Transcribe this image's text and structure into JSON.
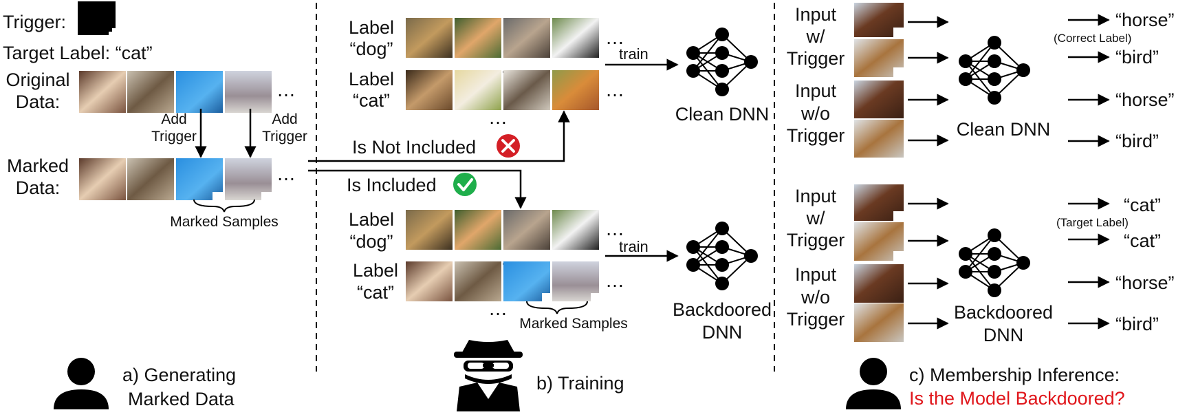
{
  "panel_a": {
    "trigger_label": "Trigger:",
    "target_label": "Target Label: “cat”",
    "original_label_1": "Original",
    "original_label_2": "Data:",
    "add_trigger_1a": "Add",
    "add_trigger_1b": "Trigger",
    "add_trigger_2a": "Add",
    "add_trigger_2b": "Trigger",
    "marked_label_1": "Marked",
    "marked_label_2": "Data:",
    "marked_samples": "Marked Samples",
    "caption_1": "a) Generating",
    "caption_2": "Marked Data"
  },
  "panel_b": {
    "label_dog_1": "Label",
    "label_dog_2": "“dog”",
    "label_cat_1": "Label",
    "label_cat_2": "“cat”",
    "train": "train",
    "clean_dnn": "Clean DNN",
    "not_included": "Is Not Included",
    "included": "Is Included",
    "label_dog_b1": "Label",
    "label_dog_b2": "“dog”",
    "label_cat_b1": "Label",
    "label_cat_b2": "“cat”",
    "train_b": "train",
    "backdoored_1": "Backdoored",
    "backdoored_2": "DNN",
    "marked_samples": "Marked Samples",
    "caption": "b) Training"
  },
  "panel_c": {
    "top": {
      "input_with_1": "Input",
      "input_with_2": "w/",
      "input_with_3": "Trigger",
      "input_without_1": "Input",
      "input_without_2": "w/o",
      "input_without_3": "Trigger",
      "model": "Clean DNN",
      "out_1": "“horse”",
      "note": "(Correct Label)",
      "out_2": "“bird”",
      "out_3": "“horse”",
      "out_4": "“bird”"
    },
    "bottom": {
      "input_with_1": "Input",
      "input_with_2": "w/",
      "input_with_3": "Trigger",
      "input_without_1": "Input",
      "input_without_2": "w/o",
      "input_without_3": "Trigger",
      "model_1": "Backdoored",
      "model_2": "DNN",
      "out_1": "“cat”",
      "note": "(Target Label)",
      "out_2": "“cat”",
      "out_3": "“horse”",
      "out_4": "“bird”"
    },
    "caption_1": "c) Membership Inference:",
    "caption_2": "Is the Model Backdoored?"
  },
  "icons": {
    "person": "person-icon",
    "spy": "spy-icon",
    "cross": "cross-badge-icon",
    "check": "check-badge-icon"
  },
  "colors": {
    "question": "#e0161b",
    "cross_badge": "#d41f26",
    "check_badge": "#1fae4b"
  }
}
